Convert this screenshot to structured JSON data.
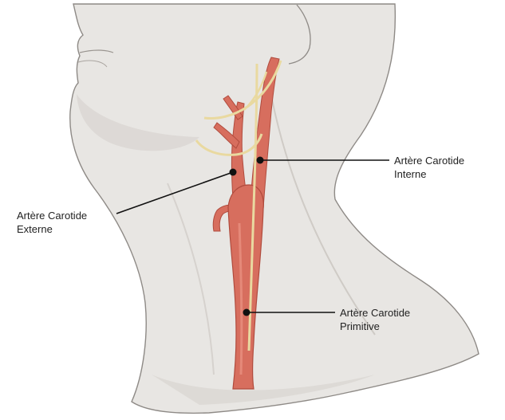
{
  "colors": {
    "background": "#ffffff",
    "skin": "#e8e6e3",
    "skin_shadow": "#d2cfcb",
    "outline": "#8e8a86",
    "artery": "#d76e5e",
    "artery_dark": "#b04b3d",
    "nerve": "#e9d9a0",
    "leader": "#111111"
  },
  "labels": [
    {
      "id": "internal",
      "line1": "Artère Carotide",
      "line2": "Interne"
    },
    {
      "id": "external",
      "line1": "Artère Carotide",
      "line2": "Externe"
    },
    {
      "id": "common",
      "line1": "Artère Carotide",
      "line2": "Primitive"
    }
  ]
}
